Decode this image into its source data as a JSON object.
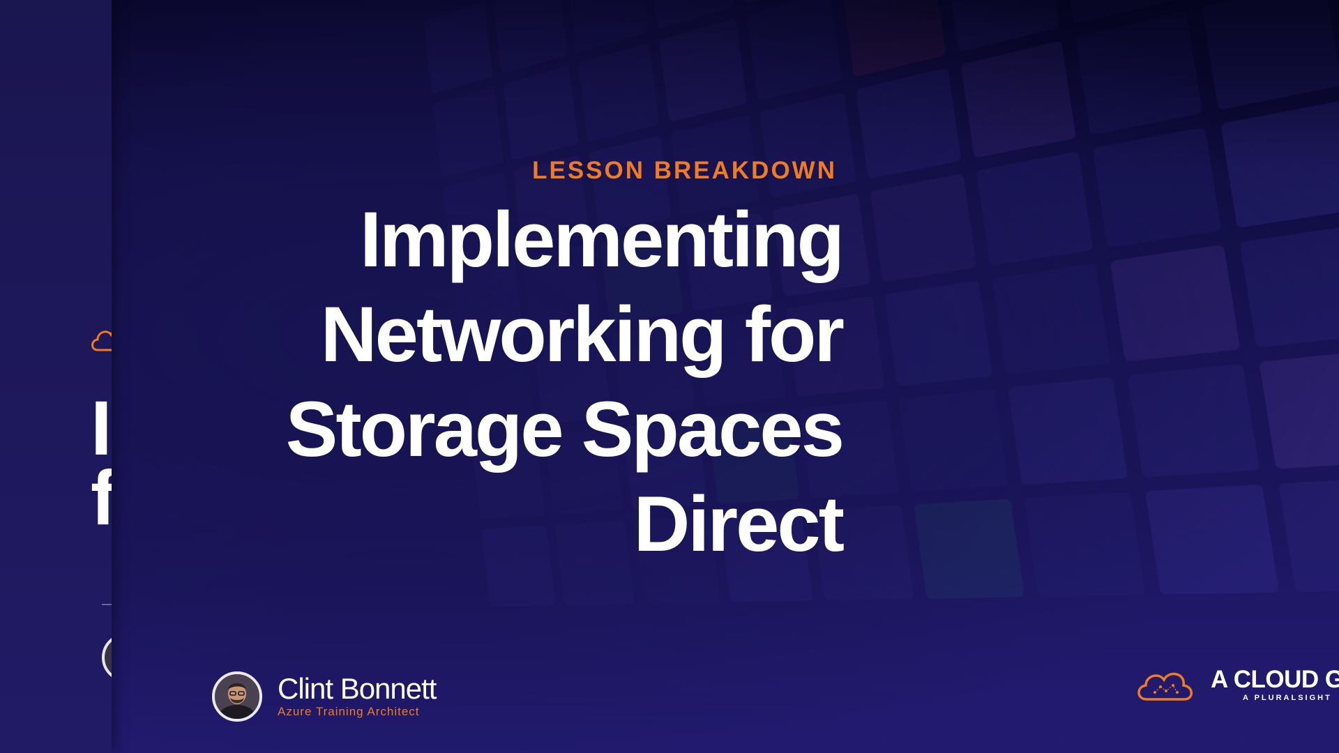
{
  "slide": {
    "eyebrow": "LESSON BREAKDOWN",
    "title_lines": [
      "Implementing",
      "Networking for",
      "Storage Spaces",
      "Direct"
    ]
  },
  "presenter": {
    "name": "Clint Bonnett",
    "role": "Azure Training Architect"
  },
  "brand": {
    "name": "A CLOUD G",
    "tagline": "A PLURALSIGHT"
  },
  "ghost_slide": {
    "title_fragment": "I\nf"
  },
  "colors": {
    "accent": "#f07c22",
    "background": "#1b165a",
    "title": "#ffffff"
  },
  "icons": {
    "brand_logo": "cloud-logo-icon",
    "presenter_avatar": "presenter-photo"
  }
}
